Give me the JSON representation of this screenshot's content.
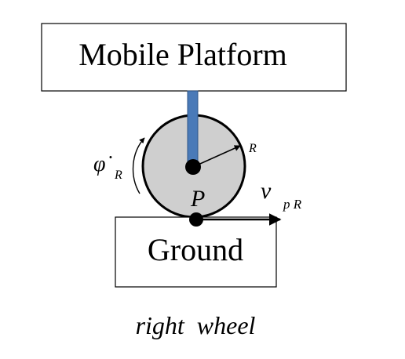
{
  "labels": {
    "platform": "Mobile Platform",
    "ground": "Ground",
    "caption": "right  wheel",
    "point": "P",
    "radius": "R",
    "phi_dot": "φ̇",
    "phi_sub": "R",
    "velocity": "v",
    "velocity_sub": "p R"
  },
  "colors": {
    "shaft": "#4a7ab8",
    "wheel_fill": "#cfcfcf",
    "stroke": "#000000"
  }
}
